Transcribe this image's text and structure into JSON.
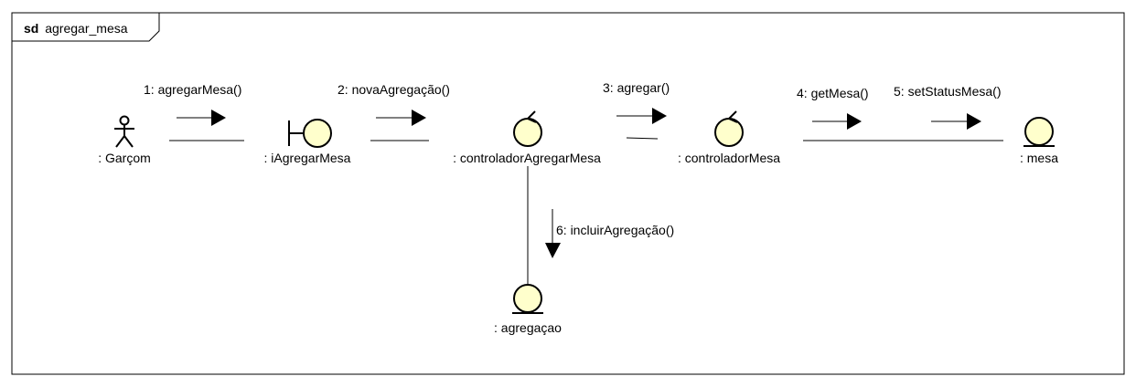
{
  "frame": {
    "keyword": "sd",
    "name": "agregar_mesa"
  },
  "objects": {
    "garcom": ": Garçom",
    "iagregarmesa": ": iAgregarMesa",
    "controlador_agregar_mesa": ": controladorAgregarMesa",
    "controlador_mesa": ": controladorMesa",
    "mesa": ": mesa",
    "agregacao": ": agregaçao"
  },
  "messages": {
    "m1": "1: agregarMesa()",
    "m2": "2: novaAgregação()",
    "m3": "3: agregar()",
    "m4": "4: getMesa()",
    "m5": "5: setStatusMesa()",
    "m6": "6: incluirAgregação()"
  },
  "colors": {
    "object_fill": "#ffffcc",
    "line": "#000000",
    "frame_border": "#000000"
  },
  "icons": {
    "garcom": "actor-icon",
    "iagregarmesa": "boundary-icon",
    "controlador_agregar_mesa": "control-icon",
    "controlador_mesa": "control-icon",
    "mesa": "entity-icon",
    "agregacao": "entity-icon"
  }
}
